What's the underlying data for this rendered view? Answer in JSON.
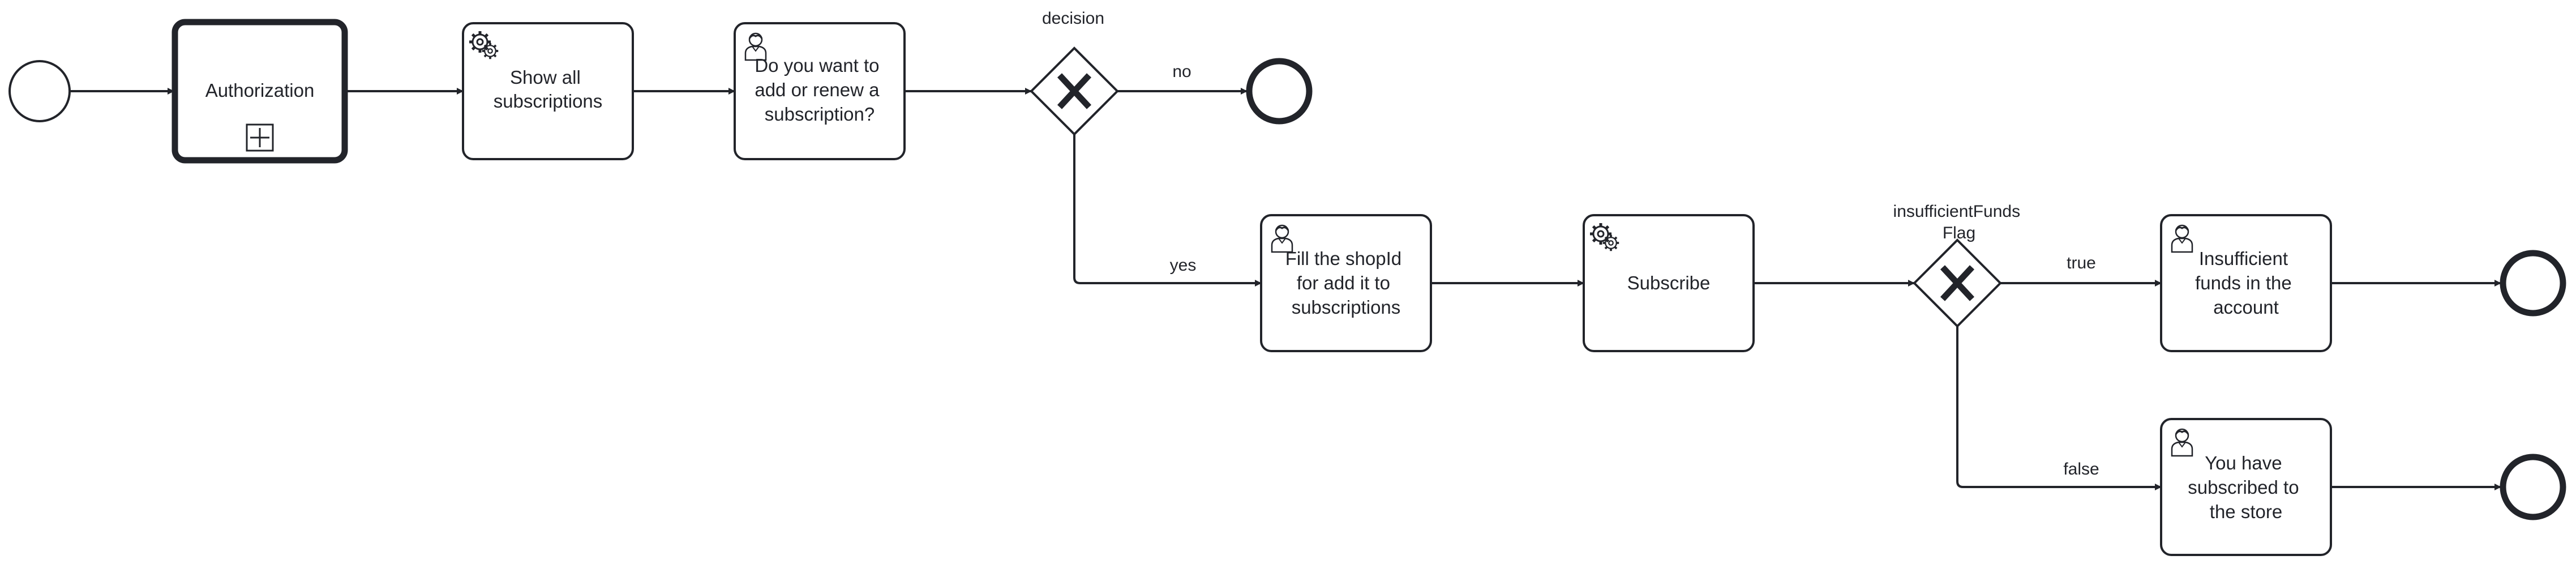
{
  "diagram": {
    "type": "bpmn-process",
    "stroke_color": "#22242a",
    "fill_color": "#ffffff"
  },
  "nodes": {
    "start_event": {
      "kind": "start-event"
    },
    "authorization": {
      "kind": "collapsed-subprocess",
      "label": [
        "Authorization"
      ]
    },
    "show_subscriptions": {
      "kind": "service-task",
      "icon": "gear-icon",
      "label": [
        "Show all",
        "subscriptions"
      ]
    },
    "ask_add_renew": {
      "kind": "user-task",
      "icon": "user-icon",
      "label": [
        "Do you want to",
        "add or renew a",
        "subscription?"
      ]
    },
    "decision_gateway": {
      "kind": "exclusive-gateway",
      "label": [
        "decision"
      ]
    },
    "end_no": {
      "kind": "end-event"
    },
    "fill_shop_id": {
      "kind": "user-task",
      "icon": "user-icon",
      "label": [
        "Fill the shopId",
        "for add it to",
        "subscriptions"
      ]
    },
    "subscribe": {
      "kind": "service-task",
      "icon": "gear-icon",
      "label": [
        "Subscribe"
      ]
    },
    "funds_gateway": {
      "kind": "exclusive-gateway",
      "label": [
        "insufficientFunds",
        "Flag"
      ]
    },
    "insufficient_funds": {
      "kind": "user-task",
      "icon": "user-icon",
      "label": [
        "Insufficient",
        "funds in the",
        "account"
      ]
    },
    "end_insufficient": {
      "kind": "end-event"
    },
    "subscribed": {
      "kind": "user-task",
      "icon": "user-icon",
      "label": [
        "You have",
        "subscribed to",
        "the store"
      ]
    },
    "end_subscribed": {
      "kind": "end-event"
    }
  },
  "flows": [
    {
      "id": "f1",
      "from": "start_event",
      "to": "authorization",
      "label": ""
    },
    {
      "id": "f2",
      "from": "authorization",
      "to": "show_subscriptions",
      "label": ""
    },
    {
      "id": "f3",
      "from": "show_subscriptions",
      "to": "ask_add_renew",
      "label": ""
    },
    {
      "id": "f4",
      "from": "ask_add_renew",
      "to": "decision_gateway",
      "label": ""
    },
    {
      "id": "f5",
      "from": "decision_gateway",
      "to": "end_no",
      "label": "no"
    },
    {
      "id": "f6",
      "from": "decision_gateway",
      "to": "fill_shop_id",
      "label": "yes"
    },
    {
      "id": "f7",
      "from": "fill_shop_id",
      "to": "subscribe",
      "label": ""
    },
    {
      "id": "f8",
      "from": "subscribe",
      "to": "funds_gateway",
      "label": ""
    },
    {
      "id": "f9",
      "from": "funds_gateway",
      "to": "insufficient_funds",
      "label": "true"
    },
    {
      "id": "f10",
      "from": "insufficient_funds",
      "to": "end_insufficient",
      "label": ""
    },
    {
      "id": "f11",
      "from": "funds_gateway",
      "to": "subscribed",
      "label": "false"
    },
    {
      "id": "f12",
      "from": "subscribed",
      "to": "end_subscribed",
      "label": ""
    }
  ]
}
